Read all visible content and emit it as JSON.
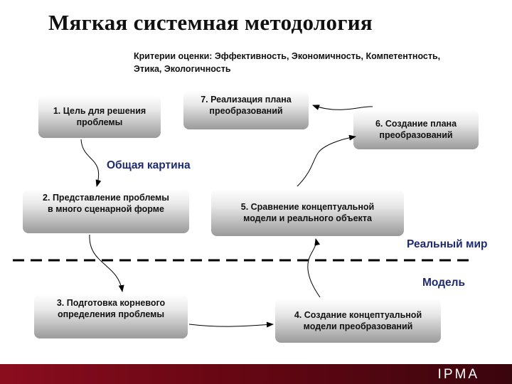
{
  "title": "Мягкая системная методология",
  "criteria": {
    "line1": "Критерии оценки:   Эффективность, Экономичность, Компетентность,",
    "line2": "Этика, Экологичность"
  },
  "boxes": {
    "b1": [
      "1. Цель для решения",
      "проблемы"
    ],
    "b2": [
      "2. Представление проблемы",
      "в много сценарной форме"
    ],
    "b3": [
      "3. Подготовка корневого",
      "определения проблемы"
    ],
    "b4": [
      "4. Создание концептуальной",
      "модели преобразований"
    ],
    "b5": [
      "5. Сравнение концептуальной",
      "модели и реального объекта"
    ],
    "b6": [
      "6. Создание плана",
      "преобразований"
    ],
    "b7": [
      "7. Реализация плана",
      "преобразований"
    ]
  },
  "labels": {
    "overview": "Общая картина",
    "real_world": "Реальный мир",
    "model": "Модель"
  },
  "footer": {
    "logo": "IPMA"
  },
  "colors": {
    "label": "#1e2a6e",
    "footer": "#6b0714"
  }
}
